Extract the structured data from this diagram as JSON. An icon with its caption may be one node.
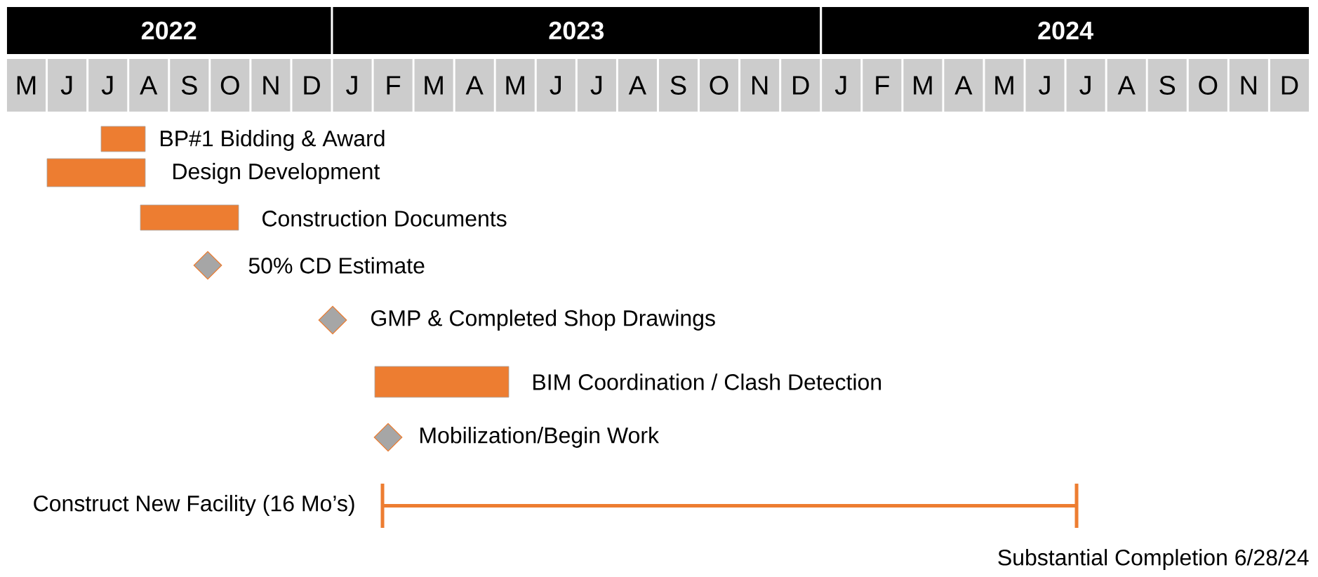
{
  "diagram": {
    "nodes": [
      {
        "text": [
          "2022"
        ]
      },
      {
        "text": [
          "2023"
        ]
      },
      {
        "text": [
          "2024"
        ]
      },
      {
        "text": [
          "M"
        ]
      },
      {
        "text": [
          "J"
        ]
      },
      {
        "text": [
          "J"
        ]
      },
      {
        "text": [
          "A"
        ]
      },
      {
        "text": [
          "S"
        ]
      },
      {
        "text": [
          "O"
        ]
      },
      {
        "text": [
          "N"
        ]
      },
      {
        "text": [
          "D"
        ]
      },
      {
        "text": [
          "J"
        ]
      },
      {
        "text": [
          "F"
        ]
      },
      {
        "text": [
          "M"
        ]
      },
      {
        "text": [
          "A"
        ]
      },
      {
        "text": [
          "M"
        ]
      },
      {
        "text": [
          "J"
        ]
      },
      {
        "text": [
          "J"
        ]
      },
      {
        "text": [
          "A"
        ]
      },
      {
        "text": [
          "S"
        ]
      },
      {
        "text": [
          "O"
        ]
      },
      {
        "text": [
          "N"
        ]
      },
      {
        "text": [
          "D"
        ]
      },
      {
        "text": [
          "J"
        ]
      },
      {
        "text": [
          "F"
        ]
      },
      {
        "text": [
          "M"
        ]
      },
      {
        "text": [
          "A"
        ]
      },
      {
        "text": [
          "M"
        ]
      },
      {
        "text": [
          "J"
        ]
      },
      {
        "text": [
          "J"
        ]
      },
      {
        "text": [
          "A"
        ]
      },
      {
        "text": [
          "S"
        ]
      },
      {
        "text": [
          "O"
        ]
      },
      {
        "text": [
          "N"
        ]
      },
      {
        "text": [
          "D"
        ]
      },
      {
        "text": [],
        "shape": "bar",
        "beside": [
          "BP#1 Bidding & Award"
        ]
      },
      {
        "text": [],
        "shape": "bar",
        "beside": [
          "Design Development"
        ]
      },
      {
        "text": [],
        "shape": "bar",
        "beside": [
          "Construction Documents"
        ]
      },
      {
        "text": [],
        "shape": "diamond",
        "beside": [
          "50% CD Estimate"
        ]
      },
      {
        "text": [],
        "shape": "diamond",
        "beside": [
          "GMP & Completed Shop Drawings"
        ]
      },
      {
        "text": [],
        "shape": "bar",
        "beside": [
          "BIM Coordination / Clash Detection"
        ]
      },
      {
        "text": [],
        "shape": "diamond",
        "beside": [
          "Mobilization/Begin Work"
        ]
      },
      {
        "text": [],
        "shape": "line",
        "beside": [
          "Construct New Facility (16 Mo’s)"
        ]
      }
    ],
    "labels": [
      "Substantial Completion 6/28/24"
    ]
  }
}
